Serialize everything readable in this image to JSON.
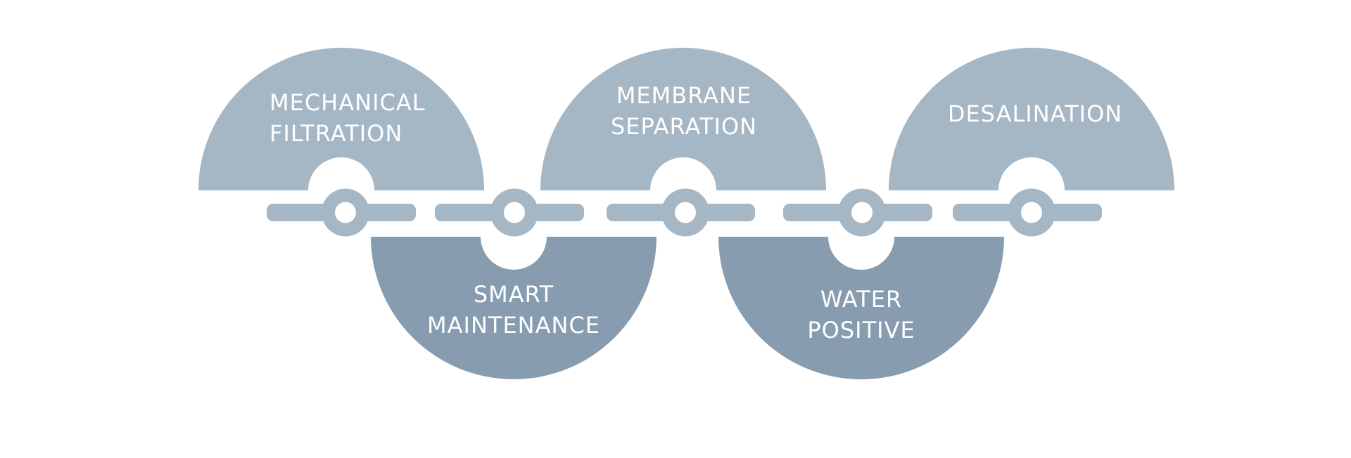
{
  "diagram": {
    "title": "Water treatment process chain",
    "colors": {
      "top_segment": "#A5B6C4",
      "bottom_segment": "#879DAF",
      "connector": "#A5B6C4",
      "label_text": "#FFFFFF",
      "background": "#FFFFFF"
    },
    "segments": [
      {
        "id": "mechanical-filtration",
        "position": "top",
        "order": 1,
        "lines": [
          "MECHANICAL",
          "FILTRATION"
        ],
        "align": "left"
      },
      {
        "id": "smart-maintenance",
        "position": "bottom",
        "order": 2,
        "lines": [
          "SMART",
          "MAINTENANCE"
        ],
        "align": "center"
      },
      {
        "id": "membrane-separation",
        "position": "top",
        "order": 3,
        "lines": [
          "MEMBRANE",
          "SEPARATION"
        ],
        "align": "center"
      },
      {
        "id": "water-positive",
        "position": "bottom",
        "order": 4,
        "lines": [
          "WATER",
          "POSITIVE"
        ],
        "align": "center"
      },
      {
        "id": "desalination",
        "position": "top",
        "order": 5,
        "lines": [
          "DESALINATION"
        ],
        "align": "center"
      }
    ],
    "connectors": [
      {
        "id": "link-1"
      },
      {
        "id": "link-2"
      },
      {
        "id": "link-3"
      },
      {
        "id": "link-4"
      },
      {
        "id": "link-5"
      }
    ]
  }
}
